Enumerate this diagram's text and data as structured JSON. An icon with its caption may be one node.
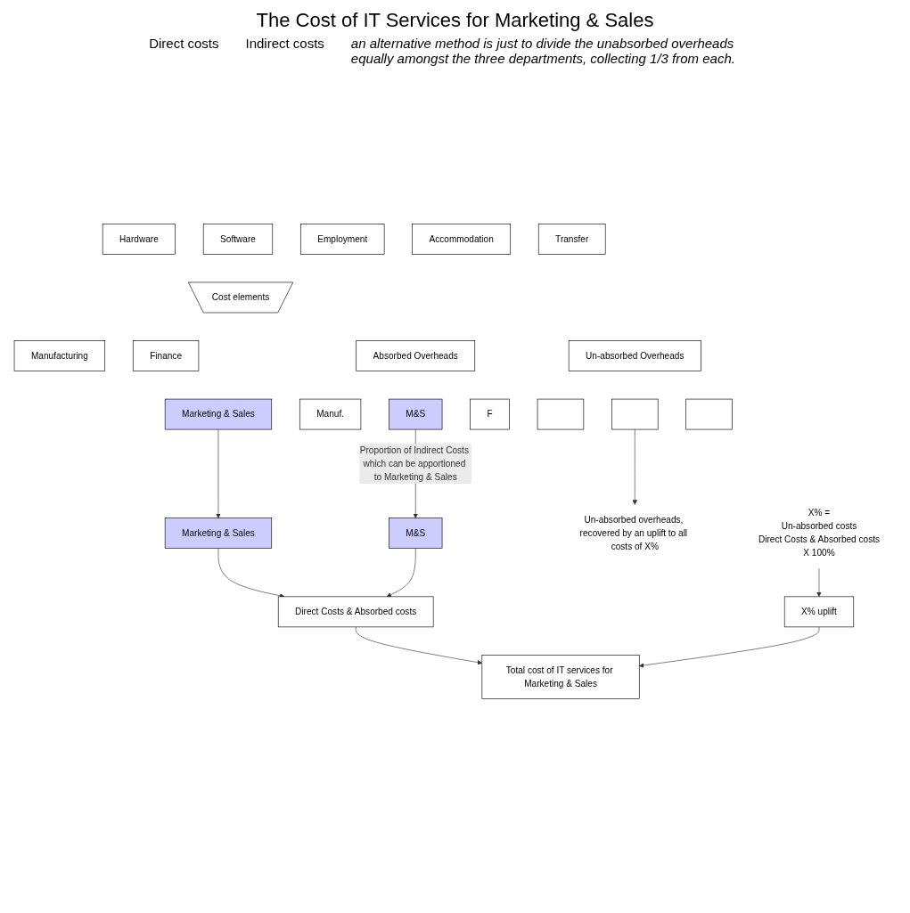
{
  "diagram": {
    "title": "The Cost of IT Services for Marketing & Sales",
    "nodes": [
      {
        "text": [
          "Hardware"
        ]
      },
      {
        "text": [
          "Software"
        ]
      },
      {
        "text": [
          "Employment"
        ]
      },
      {
        "text": [
          "Accommodation"
        ]
      },
      {
        "text": [
          "Transfer"
        ]
      },
      {
        "text": [
          "Cost elements"
        ]
      },
      {
        "text": [
          "Marketing & Sales"
        ]
      },
      {
        "text": [
          "Manufacturing"
        ]
      },
      {
        "text": [
          "Finance"
        ]
      },
      {
        "text": [
          "Absorbed Overheads"
        ]
      },
      {
        "text": [
          "Un-absorbed Overheads"
        ]
      },
      {
        "text": [
          "Manuf."
        ]
      },
      {
        "text": [
          "M&S"
        ]
      },
      {
        "text": [
          "F"
        ]
      },
      {
        "text": [],
        "shape": "box"
      },
      {
        "text": [],
        "shape": "box"
      },
      {
        "text": [],
        "shape": "box"
      },
      {
        "text": [
          "Marketing & Sales"
        ]
      },
      {
        "text": [
          "M&S"
        ]
      },
      {
        "text": [
          "Direct Costs & Absorbed costs"
        ]
      },
      {
        "text": [
          "X% uplift"
        ]
      },
      {
        "text": [
          "Total cost of IT services for Marketing & Sales"
        ]
      },
      {
        "text": [
          "Un-absorbed overheads, recovered by an uplift to all costs of X%"
        ]
      },
      {
        "text": [
          "X% =",
          "Un-absorbed costs",
          "Direct Costs & Absorbed costs",
          "X 100%"
        ]
      }
    ],
    "edges": [
      {
        "from": 6,
        "to": 17,
        "arrow": "to"
      },
      {
        "from": 12,
        "to": 18,
        "arrow": "to",
        "label": "Proportion of Indirect Costs which can be apportioned to Marketing & Sales"
      },
      {
        "from": 17,
        "to": 19,
        "arrow": "to"
      },
      {
        "from": 18,
        "to": 19,
        "arrow": "to"
      },
      {
        "from": 19,
        "to": 21,
        "arrow": "to"
      },
      {
        "from": 20,
        "to": 21,
        "arrow": "to"
      },
      {
        "from": 15,
        "to": 22,
        "arrow": "to"
      },
      {
        "from": 23,
        "to": 20,
        "arrow": "to"
      }
    ],
    "labels": [
      "Direct costs",
      "Indirect costs",
      "an alternative method is just to divide the unabsorbed overheads equally amongst the three departments, collecting 1/3 from each."
    ]
  }
}
